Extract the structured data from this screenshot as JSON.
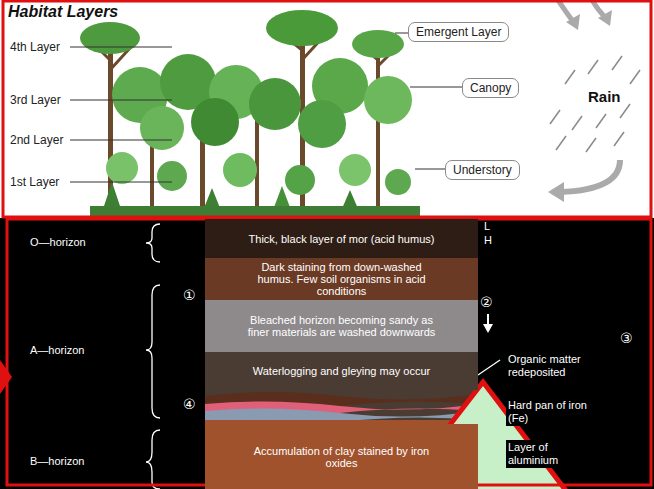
{
  "diagram": {
    "nodes": [
      {
        "text": [
          "Emergent Layer"
        ]
      },
      {
        "text": [
          "Canopy"
        ]
      },
      {
        "text": [
          "Understory"
        ]
      },
      {
        "text": [
          "Thick, black layer of mor (acid humus)"
        ]
      },
      {
        "text": [
          "Dark staining from down-washed humus. Few soil organisms in acid conditions"
        ]
      },
      {
        "text": [
          "Bleached horizon becoming sandy as finer materials are washed downwards"
        ]
      },
      {
        "text": [
          "Waterlogging and gleying may occur"
        ]
      },
      {
        "text": [
          "Accumulation of clay stained by iron oxides"
        ]
      }
    ],
    "labels": [
      "Habitat Layers",
      "4th Layer",
      "3rd Layer",
      "2nd Layer",
      "1st Layer",
      "Rain",
      "L",
      "H",
      "O—horizon",
      "A—horizon",
      "B—horizon",
      "①",
      "②",
      "③",
      "④",
      "Organic matter redeposited",
      "Hard pan of iron (Fe)",
      "Layer of aluminium"
    ]
  }
}
